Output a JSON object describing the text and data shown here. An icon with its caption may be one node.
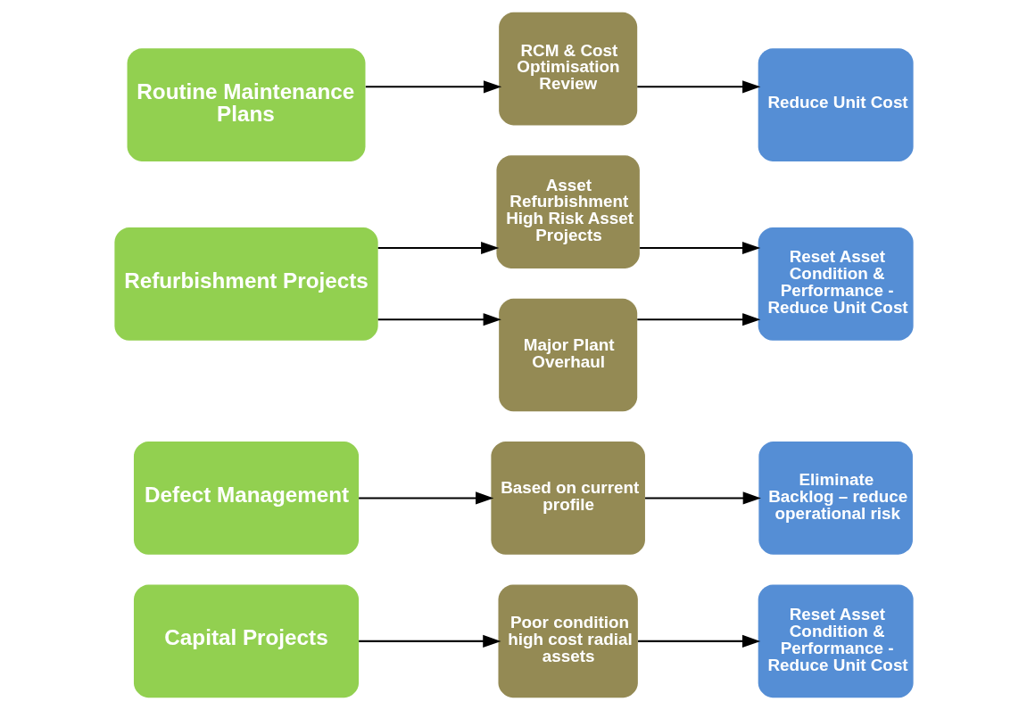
{
  "diagram": {
    "nodes": [
      {
        "text": [
          "Routine Maintenance Plans"
        ]
      },
      {
        "text": [
          "RCM & Cost Optimisation Review"
        ]
      },
      {
        "text": [
          "Reduce Unit Cost"
        ]
      },
      {
        "text": [
          "Refurbishment Projects"
        ]
      },
      {
        "text": [
          "Asset Refurbishment High Risk Asset Projects"
        ]
      },
      {
        "text": [
          "Major Plant Overhaul"
        ]
      },
      {
        "text": [
          "Reset Asset Condition & Performance - Reduce Unit Cost"
        ]
      },
      {
        "text": [
          "Defect Management"
        ]
      },
      {
        "text": [
          "Based on current profile"
        ]
      },
      {
        "text": [
          "Eliminate Backlog – reduce operational risk"
        ]
      },
      {
        "text": [
          "Capital Projects"
        ]
      },
      {
        "text": [
          "Poor condition high cost radial assets"
        ]
      },
      {
        "text": [
          "Reset Asset Condition & Performance - Reduce Unit Cost"
        ]
      }
    ],
    "edges": [
      {
        "from": 0,
        "to": 1,
        "arrow": "to"
      },
      {
        "from": 1,
        "to": 2,
        "arrow": "to"
      },
      {
        "from": 3,
        "to": 4,
        "arrow": "to"
      },
      {
        "from": 3,
        "to": 5,
        "arrow": "to"
      },
      {
        "from": 4,
        "to": 6,
        "arrow": "to"
      },
      {
        "from": 5,
        "to": 6,
        "arrow": "to"
      },
      {
        "from": 7,
        "to": 8,
        "arrow": "to"
      },
      {
        "from": 8,
        "to": 9,
        "arrow": "to"
      },
      {
        "from": 10,
        "to": 11,
        "arrow": "to"
      },
      {
        "from": 11,
        "to": 12,
        "arrow": "to"
      }
    ]
  }
}
